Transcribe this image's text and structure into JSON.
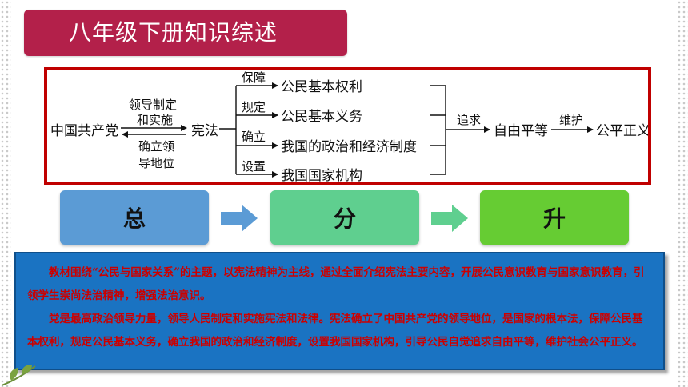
{
  "title": "八年级下册知识综述",
  "diagram": {
    "left_node": "中国共产党",
    "rel_top_line1": "领导制定",
    "rel_top_line2": "和实施",
    "rel_bottom_line1": "确立领",
    "rel_bottom_line2": "导地位",
    "center_node": "宪法",
    "branches": [
      {
        "verb": "保障",
        "item": "公民基本权利"
      },
      {
        "verb": "规定",
        "item": "公民基本义务"
      },
      {
        "verb": "确立",
        "item": "我国的政治和经济制度"
      },
      {
        "verb": "设置",
        "item": "我国国家机构"
      }
    ],
    "pursue_label": "追求",
    "goal1": "自由平等",
    "maintain_label": "维护",
    "goal2": "公平正义"
  },
  "phases": [
    {
      "label": "总",
      "color": "#5b9bd5"
    },
    {
      "label": "分",
      "color": "#5fcf8f"
    },
    {
      "label": "升",
      "color": "#66cc33"
    }
  ],
  "summary": {
    "para1": "教材围绕“公民与国家关系”的主题，以宪法精神为主线，通过全面介绍宪法主要内容，开展公民意识教育与国家意识教育，引领学生崇尚法治精神，增强法治意识。",
    "para2": "党是最高政治领导力量，领导人民制定和实施宪法和法律。宪法确立了中国共产党的领导地位，是国家的根本法，保障公民基本权利，规定公民基本义务，确立我国的政治和经济制度，设置我国国家机构，引导公民自觉追求自由平等，维护社会公平正义。"
  }
}
